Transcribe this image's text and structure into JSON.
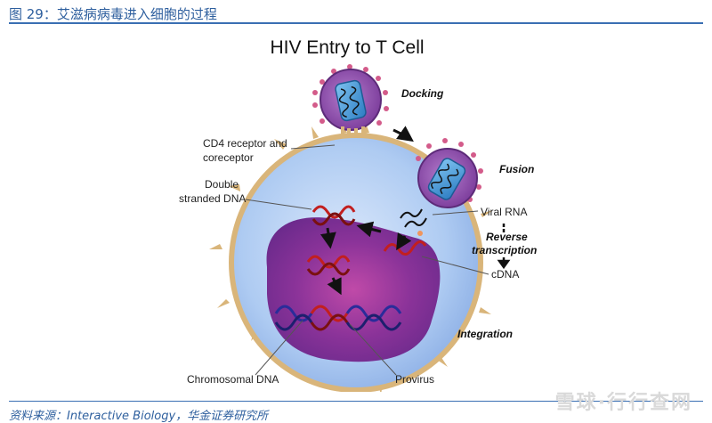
{
  "figure_title": "图 29：艾滋病病毒进入细胞的过程",
  "diagram_title": "HIV Entry to T Cell",
  "labels": {
    "docking": "Docking",
    "fusion": "Fusion",
    "cd4_line1": "CD4 receptor and",
    "cd4_line2": "coreceptor",
    "dsdna_line1": "Double",
    "dsdna_line2": "stranded DNA",
    "viral_rna": "Viral RNA",
    "rt_line1": "Reverse",
    "rt_line2": "transcription",
    "cdna": "cDNA",
    "integration": "Integration",
    "chromosomal_dna": "Chromosomal DNA",
    "provirus": "Provirus"
  },
  "source": "资料来源：Interactive Biology，华金证券研究所",
  "watermark": "雪球·行行查网",
  "colors": {
    "cell_membrane": "#d9b57a",
    "cytoplasm": "#aecbf2",
    "nucleus": "#7b2d8e",
    "virus_shell": "#8e4aa8",
    "capsid": "#3c8fd1",
    "rna": "#c21f1f",
    "chromosomal_dna": "#2a2c9a",
    "header_blue": "#2e5f9e"
  }
}
